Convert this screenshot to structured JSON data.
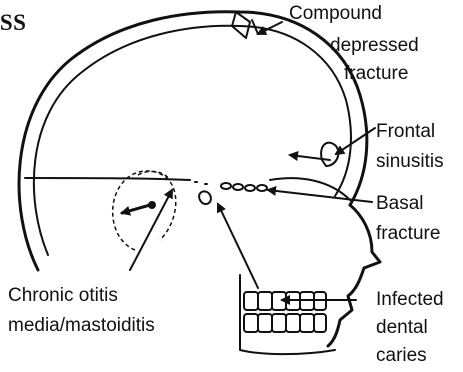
{
  "figure": {
    "title_fragment": "ESS",
    "labels": {
      "compound_fracture": [
        "Compound",
        "depressed",
        "fracture"
      ],
      "frontal_sinusitis": [
        "Frontal",
        "sinusitis"
      ],
      "basal_fracture": [
        "Basal",
        "fracture"
      ],
      "chronic_otitis": [
        "Chronic otitis",
        "media/mastoiditis"
      ],
      "infected_dental": [
        "Infected",
        "dental",
        "caries"
      ]
    }
  }
}
